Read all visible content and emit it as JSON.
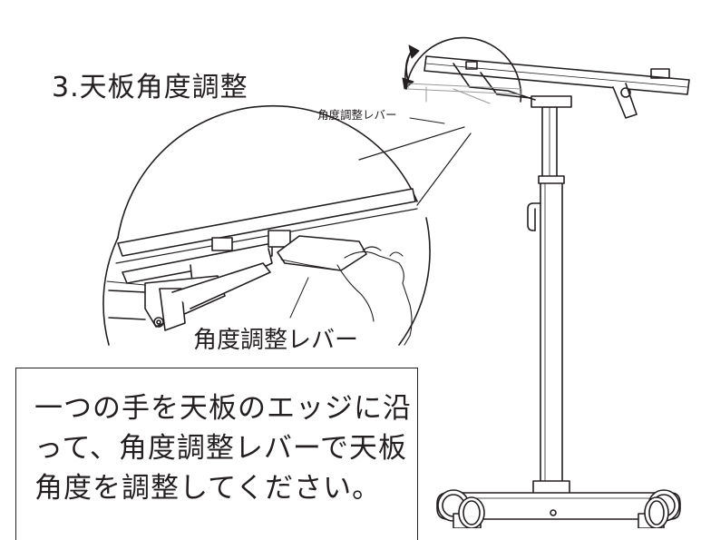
{
  "step_title": "3.天板角度調整",
  "top_lever_label": "角度調整レバー",
  "zoom_lever_label": "角度調整レバー",
  "instruction_lines": [
    "一つの手を天板のエッジに沿",
    "って、角度調整レバーで天板",
    "角度を調整してください。"
  ],
  "colors": {
    "line": "#231f20",
    "background": "#ffffff"
  }
}
